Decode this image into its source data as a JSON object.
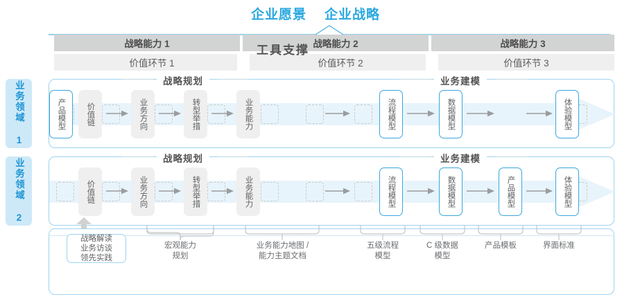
{
  "colors": {
    "accent_blue": "#29a8e0",
    "border_blue": "#9ed3ef",
    "step_blue": "#3aa6dd",
    "side_label_bg": "#cde9f8",
    "side_label_text": "#1f95d4",
    "cap_bar_bg": "#d2d3d3",
    "value_bar_bg": "#efefef",
    "step_gray_bg": "#efefef",
    "text_dark": "#545454",
    "text_gray": "#5f6163",
    "band_blue": "#e8f4fb"
  },
  "top": {
    "titles": [
      "企业愿景",
      "企业战略"
    ]
  },
  "capabilities": [
    {
      "label": "战略能力 1"
    },
    {
      "label": "战略能力 2"
    },
    {
      "label": "战略能力 3"
    }
  ],
  "value_links": [
    {
      "label": "价值环节 1"
    },
    {
      "label": "价值环节 2"
    },
    {
      "label": "价值环节 3"
    }
  ],
  "domains": [
    {
      "label": "业务领域 1"
    },
    {
      "label": "业务领域 2"
    }
  ],
  "sections": [
    {
      "title": "战略规划"
    },
    {
      "title": "业务建模"
    }
  ],
  "steps": [
    {
      "label": "价值链",
      "style": "gray"
    },
    {
      "label": "业务方向",
      "style": "gray"
    },
    {
      "label": "转型举措",
      "style": "gray"
    },
    {
      "label": "业务能力",
      "style": "gray"
    },
    {
      "label": "流程模型",
      "style": "blue"
    },
    {
      "label": "数据模型",
      "style": "blue"
    },
    {
      "label": "产品模型",
      "style": "blue"
    },
    {
      "label": "体验模型",
      "style": "blue"
    }
  ],
  "tool_support": {
    "title": "工具支撑",
    "chip": {
      "lines": [
        "战略解读",
        "业务访谈",
        "领先实践"
      ]
    },
    "labels": [
      {
        "lines": [
          "宏观能力",
          "规划"
        ]
      },
      {
        "lines": [
          "业务能力地图 /",
          "能力主题文档"
        ]
      },
      {
        "lines": [
          "五级流程",
          "模型"
        ]
      },
      {
        "lines": [
          "C 级数据",
          "模型"
        ]
      },
      {
        "lines": [
          "产品模板"
        ]
      },
      {
        "lines": [
          "界面标准"
        ]
      }
    ]
  }
}
